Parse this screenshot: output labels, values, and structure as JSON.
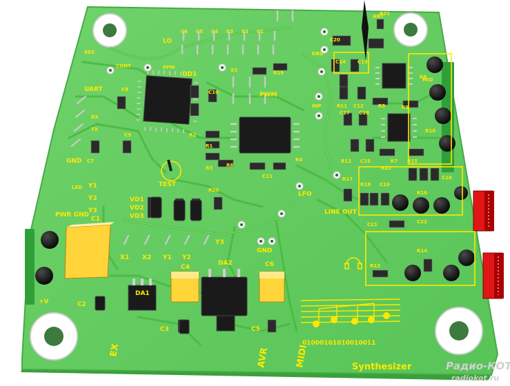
{
  "board_labels": {
    "lo": "LO",
    "pwr_gnd": "PWR GND",
    "gnd": "GND",
    "bottom_title": {
      "ex": "EX",
      "avr": "AVR",
      "midi": "MIDI",
      "synth": "Synthesizer",
      "binary": "01000101010010011"
    },
    "test": "TEST",
    "line_out": "LINE OUT",
    "lfo": "LFO",
    "pwm": "PWM",
    "ppm": "PPM",
    "x1_top": "X1",
    "dd1": "DD1",
    "da1": "DA1",
    "da2": "DA2",
    "uart": "UART",
    "tx": "TX",
    "rx": "RX",
    "cont": "CONT",
    "res": "RES",
    "led": "LED",
    "vd1": "VD1",
    "vd2": "VD2",
    "vd3": "VD3",
    "y_group": [
      "Y1",
      "Y2",
      "Y3"
    ],
    "x_pins": [
      "X1",
      "X2",
      "Y1",
      "Y2"
    ],
    "y3": "Y3",
    "hv": "+V",
    "kbd": "KBD",
    "inp": "INP",
    "ant": "ANT",
    "mid": "MID"
  },
  "components": {
    "caps": [
      "C1",
      "C2",
      "C3",
      "C4",
      "C5",
      "C6",
      "C7",
      "C8",
      "C9",
      "C10",
      "C11",
      "C12",
      "C13",
      "C14",
      "C15",
      "C16",
      "C17",
      "C18",
      "C19",
      "C20",
      "C21",
      "C22"
    ],
    "resistors": [
      "R1",
      "R2",
      "R3",
      "R4",
      "R5",
      "R6",
      "R7",
      "R8",
      "R9",
      "R10",
      "R11",
      "R12",
      "R13",
      "R14",
      "R15",
      "R16",
      "R17",
      "R18",
      "R19",
      "R20",
      "R21",
      "R22"
    ],
    "header_top": [
      "C6",
      "C5",
      "C4",
      "C3",
      "C2",
      "C1"
    ]
  },
  "watermark": {
    "line1": "Радио-КОТ",
    "line2": "radiokot.ru"
  }
}
